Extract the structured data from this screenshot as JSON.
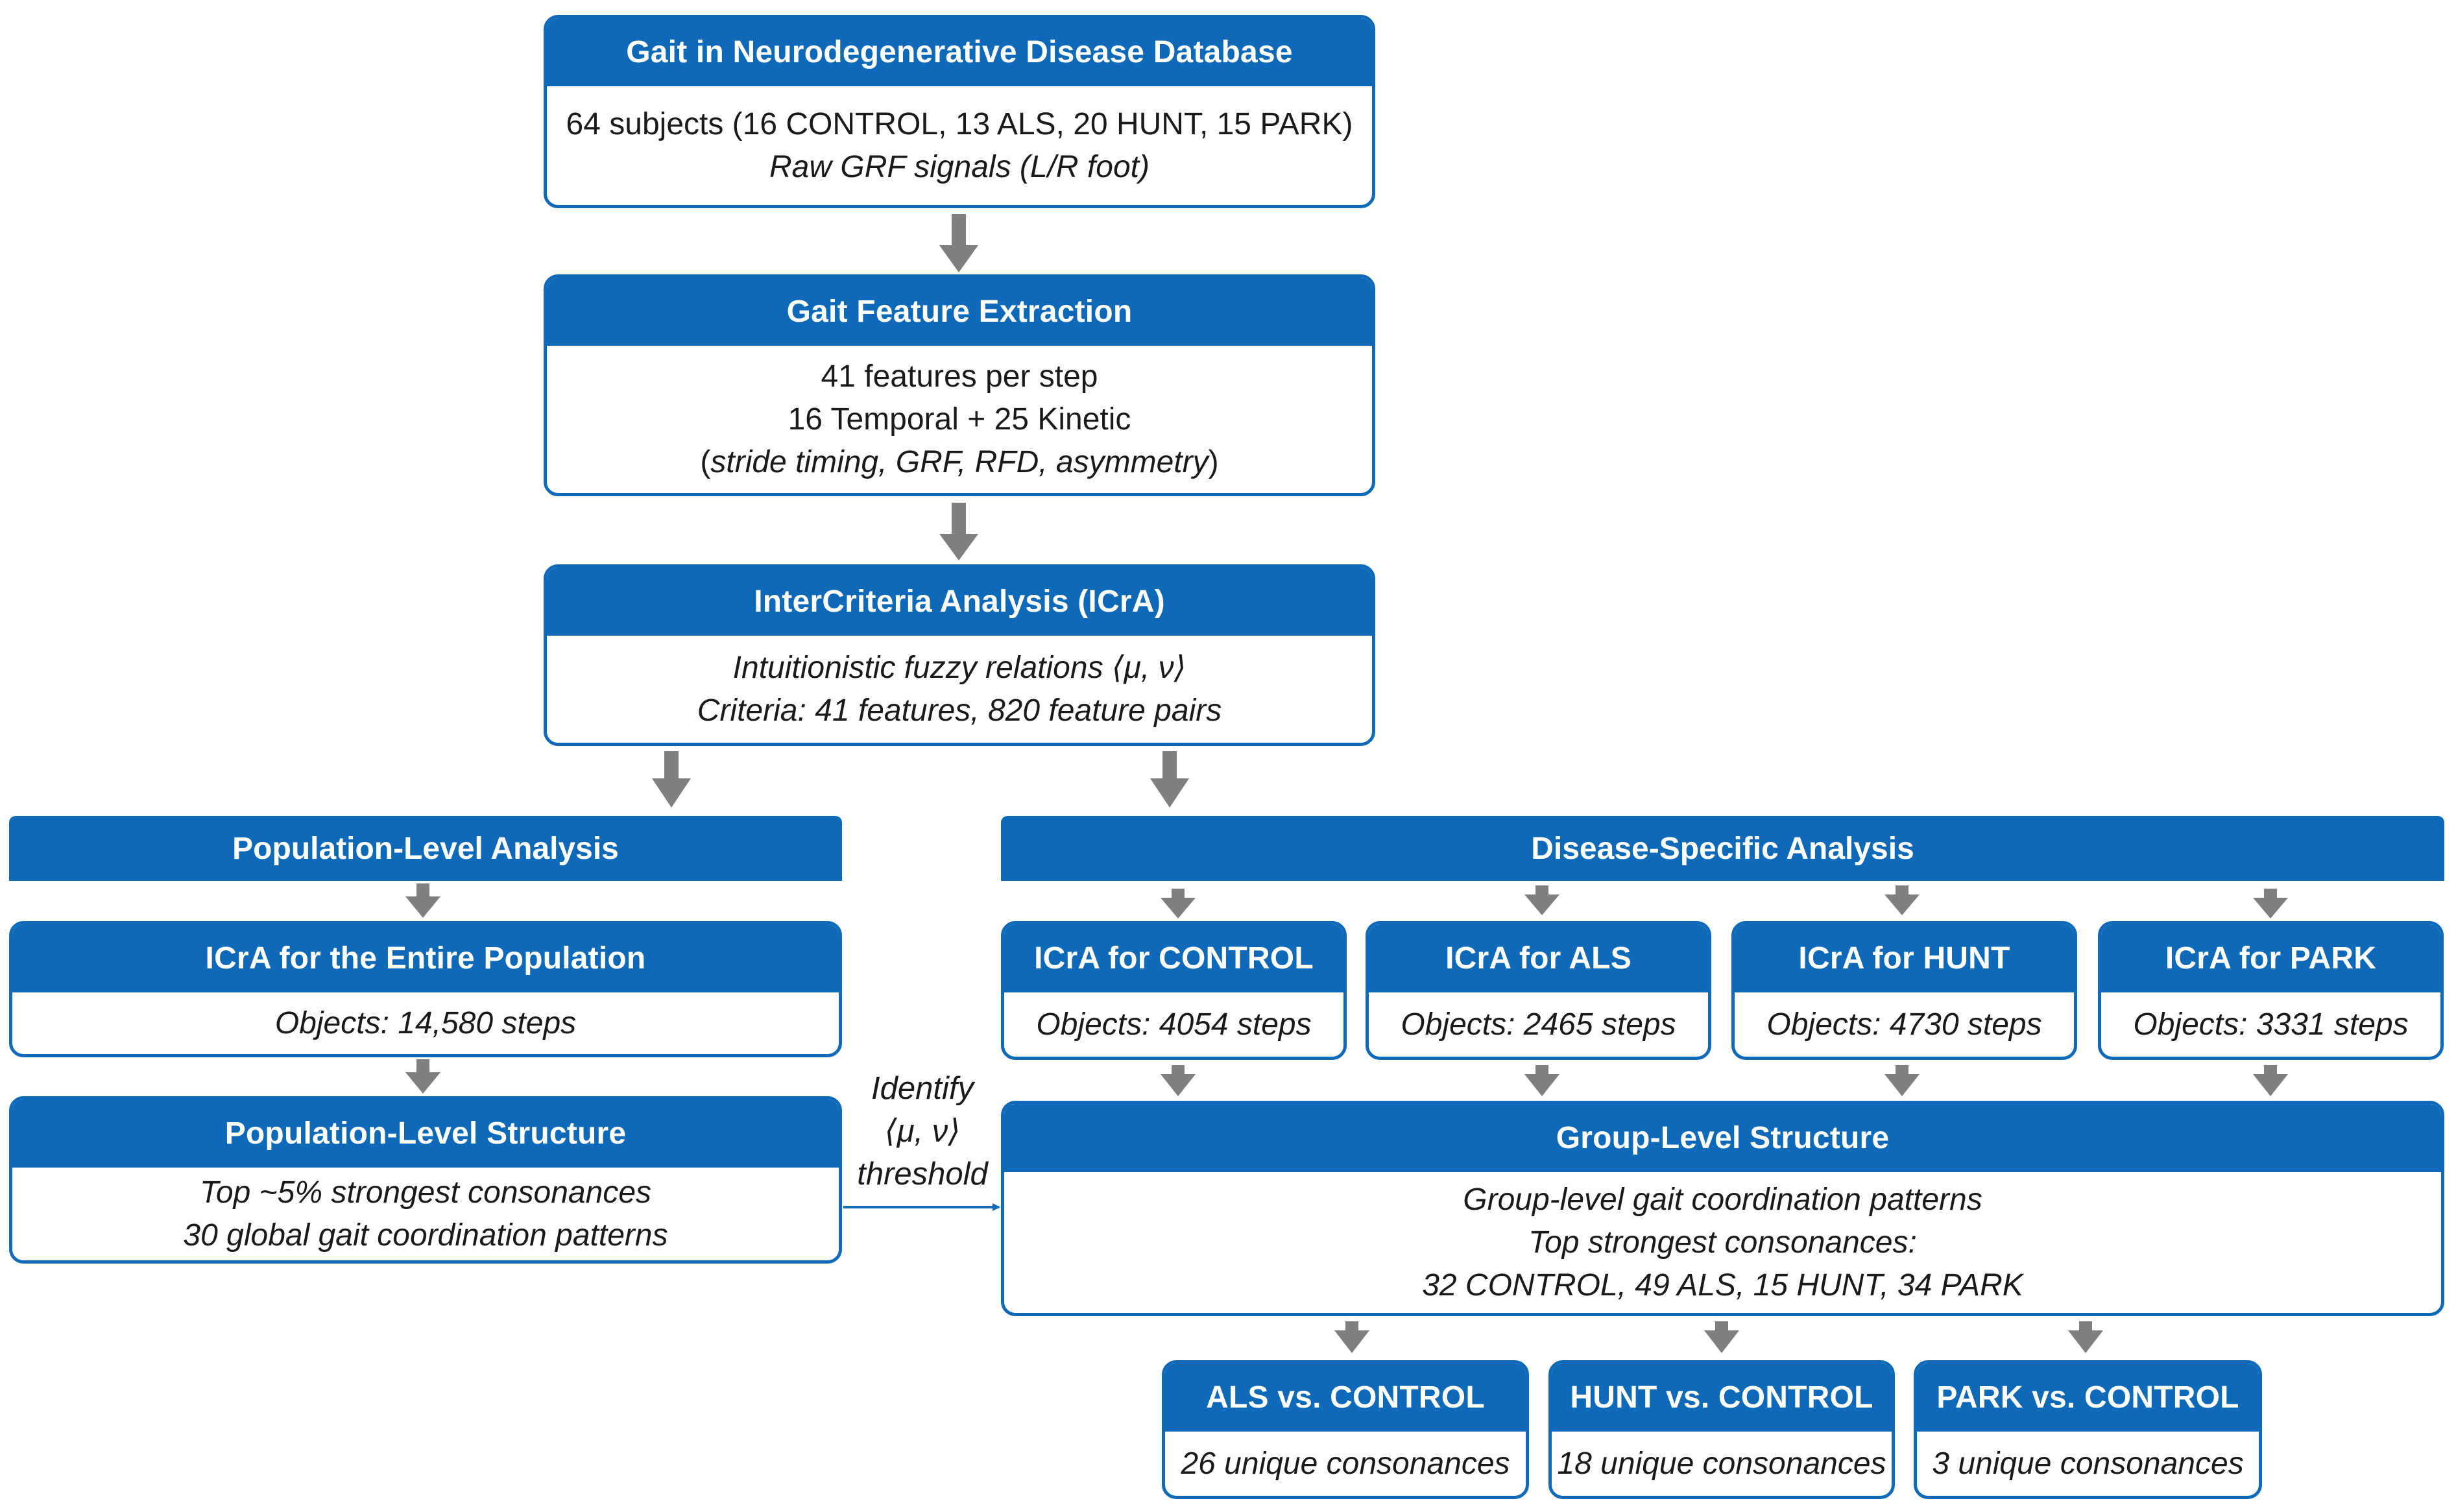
{
  "database": {
    "title": "Gait in Neurodegenerative Disease Database",
    "line1": "64 subjects (16 CONTROL, 13 ALS, 20 HUNT, 15 PARK)",
    "line2": "Raw GRF signals (L/R foot)"
  },
  "feature_extraction": {
    "title": "Gait Feature Extraction",
    "line1": "41 features per step",
    "line2": "16 Temporal + 25 Kinetic",
    "line3_open": "(",
    "line3_italic": "stride timing, GRF, RFD, asymmetry",
    "line3_close": ")"
  },
  "icra": {
    "title": "InterCriteria Analysis (ICrA)",
    "line1": "Intuitionistic fuzzy relations ⟨μ, ν⟩",
    "line2": "Criteria: 41 features, 820 feature pairs"
  },
  "population": {
    "banner": "Population-Level Analysis",
    "icra_title": "ICrA for the Entire Population",
    "icra_objects": "Objects: 14,580 steps",
    "structure_title": "Population-Level Structure",
    "structure_line1": "Top ~5% strongest consonances",
    "structure_line2": "30 global gait coordination patterns"
  },
  "threshold_label": {
    "line1": "Identify",
    "line2": "⟨μ, ν⟩",
    "line3": "threshold"
  },
  "disease": {
    "banner": "Disease-Specific Analysis",
    "groups": [
      {
        "title": "ICrA for CONTROL",
        "objects": "Objects: 4054 steps"
      },
      {
        "title": "ICrA for ALS",
        "objects": "Objects: 2465 steps"
      },
      {
        "title": "ICrA for HUNT",
        "objects": "Objects: 4730 steps"
      },
      {
        "title": "ICrA for PARK",
        "objects": "Objects: 3331 steps"
      }
    ],
    "structure_title": "Group-Level Structure",
    "structure_line1": "Group-level gait coordination patterns",
    "structure_line2": "Top strongest consonances:",
    "structure_line3": "32 CONTROL, 49 ALS, 15 HUNT, 34 PARK"
  },
  "comparisons": [
    {
      "title": "ALS vs. CONTROL",
      "result": "26 unique consonances"
    },
    {
      "title": "HUNT vs. CONTROL",
      "result": "18 unique consonances"
    },
    {
      "title": "PARK vs. CONTROL",
      "result": "3 unique consonances"
    }
  ],
  "colors": {
    "header_blue": "#0e6ab8",
    "arrow_gray": "#7f7f7f",
    "text": "#1a1a1a"
  }
}
